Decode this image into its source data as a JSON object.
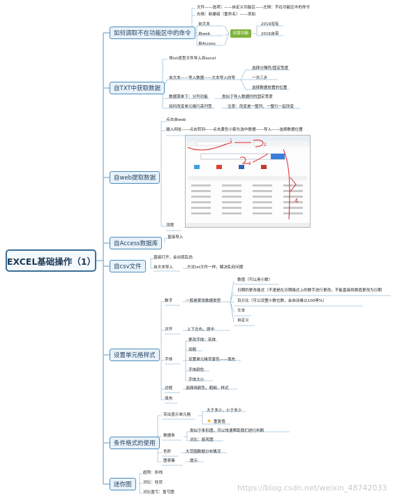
{
  "root": "EXCEL基础操作（1）",
  "branches": [
    "如何调取不在功能区中的命令",
    "自TXT中获取数据",
    "自web提取数据",
    "自Access数据库",
    "自csv文件",
    "设置单元格样式",
    "条件格式的使用",
    "迷你图"
  ],
  "b1": {
    "l1": "文件——选项）——自定义功能区——左侧：不在功能区中的命令",
    "l2": "右侧：新建组（重命名）——添加",
    "l3": "自文本",
    "l4": "自web",
    "l5": "自Access",
    "tag": "旧版功能",
    "v1": "2019没有",
    "v2": "2016自带"
  },
  "b2": {
    "l1": "将txt类型文件导入到excel",
    "l2": "自文本——导入数据——文本导入向导",
    "s1": "选择分隔符/固定宽度",
    "s2": "一共三步",
    "s3": "选择数据放置的位置",
    "l3": "数据菜单下：分列功能",
    "l3b": "类似于导入数据时的固定宽度",
    "l4": "如何改变单元格行高列宽",
    "l4b": "注意：改变是一整列，一整行一起改变"
  },
  "b3": {
    "l1": "点击自web",
    "l2": "输入网址——点击转到——点击黄色小箭头选中数据——导入——选择数据位置",
    "l3": "流程",
    "annot": [
      "1",
      "2",
      "3",
      "4"
    ]
  },
  "b4": {
    "l1": "直接导入"
  },
  "b5": {
    "l1": "直接打开，会出现乱码",
    "l2": "自文本导入",
    "l2b": "方式txt文件一样，解决乱码问题"
  },
  "b6": {
    "num": "数字",
    "num_desc": "一般是更改数据类型",
    "n1": "数值（可以用小数）",
    "n2": "日期的更改格式（不速是在日期格式上的数字进行更改，不能直接将数值更改为日期",
    "n3": "百分比（可以设置小数位数，会自动乘以100再%）",
    "n4": "文本",
    "n5": "自定义",
    "align": "对齐",
    "align_desc": "上下左右，居中",
    "font": "字体",
    "f1": "更改字体：宋体",
    "f2": "加粗",
    "f3": "设置单元格背景色——填充",
    "f4": "字体颜色",
    "f5": "字体大小",
    "border": "边框",
    "border_desc": "选择线颜色，粗细，样式",
    "fill": "填充"
  },
  "b7": {
    "hl": "突出显示单元格",
    "h1": "大于多少，小于多少",
    "h2": "重复值",
    "db": "数据条",
    "d1": "类似于条形图，可以快速帮助我们进行判断",
    "d2": "对比：旋风图",
    "cs": "色阶",
    "c1": "大范围数据分布情况",
    "is": "图表集",
    "i1": "提示"
  },
  "b8": {
    "l1": "趋势：折线",
    "l2": "对比：柱状",
    "l3": "对比盈亏：盈亏图"
  },
  "watermark": "https://blog.csdn.net/weixin_48742033"
}
